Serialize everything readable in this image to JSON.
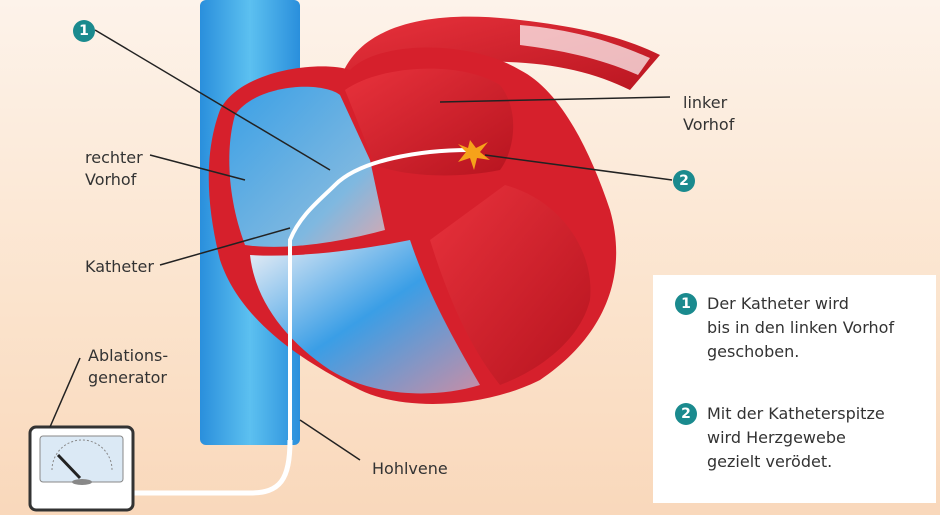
{
  "labels": {
    "right_atrium": [
      "rechter",
      "Vorhof"
    ],
    "left_atrium": [
      "linker",
      "Vorhof"
    ],
    "catheter": "Katheter",
    "generator": [
      "Ablations-",
      "generator"
    ],
    "vena_cava": "Hohlvene"
  },
  "markers": {
    "one": "1",
    "two": "2"
  },
  "legend": [
    {
      "number": "1",
      "lines": [
        "Der Katheter wird",
        "bis in den linken Vorhof",
        "geschoben."
      ]
    },
    {
      "number": "2",
      "lines": [
        "Mit der Katheterspitze",
        "wird Herzgewebe",
        "gezielt verödet."
      ]
    }
  ],
  "colors": {
    "badge": "#1a8a8e",
    "heart_red": "#d8202e",
    "vein_blue": "#2f9be0"
  }
}
